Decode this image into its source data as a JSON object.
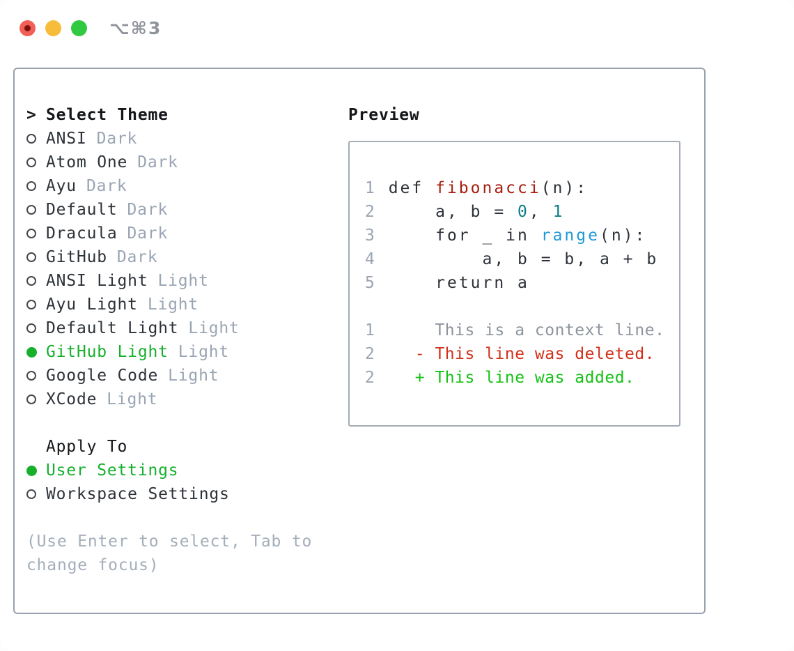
{
  "window": {
    "title": "⌥⌘3",
    "traffic_lights": [
      "close",
      "minimize",
      "zoom"
    ]
  },
  "theme_panel": {
    "header": {
      "cursor": ">",
      "label": "Select Theme"
    },
    "themes": [
      {
        "name": "ANSI",
        "variant": "Dark",
        "selected": false
      },
      {
        "name": "Atom One",
        "variant": "Dark",
        "selected": false
      },
      {
        "name": "Ayu",
        "variant": "Dark",
        "selected": false
      },
      {
        "name": "Default",
        "variant": "Dark",
        "selected": false
      },
      {
        "name": "Dracula",
        "variant": "Dark",
        "selected": false
      },
      {
        "name": "GitHub",
        "variant": "Dark",
        "selected": false
      },
      {
        "name": "ANSI Light",
        "variant": "Light",
        "selected": false
      },
      {
        "name": "Ayu Light",
        "variant": "Light",
        "selected": false
      },
      {
        "name": "Default Light",
        "variant": "Light",
        "selected": false
      },
      {
        "name": "GitHub Light",
        "variant": "Light",
        "selected": true
      },
      {
        "name": "Google Code",
        "variant": "Light",
        "selected": false
      },
      {
        "name": "XCode",
        "variant": "Light",
        "selected": false
      }
    ],
    "apply_to": {
      "label": "Apply To",
      "options": [
        {
          "name": "User Settings",
          "selected": true
        },
        {
          "name": "Workspace Settings",
          "selected": false
        }
      ]
    },
    "hint_lines": [
      "(Use Enter to select, Tab to",
      "change focus)"
    ]
  },
  "preview": {
    "label": "Preview",
    "code_lines": [
      {
        "segs": [
          {
            "t": "1 ",
            "c": "lineno"
          },
          {
            "t": "def ",
            "c": "code"
          },
          {
            "t": "fibonacci",
            "c": "func"
          },
          {
            "t": "(n):",
            "c": "code"
          }
        ]
      },
      {
        "segs": [
          {
            "t": "2 ",
            "c": "lineno"
          },
          {
            "t": "    a, b = ",
            "c": "code"
          },
          {
            "t": "0",
            "c": "num"
          },
          {
            "t": ", ",
            "c": "code"
          },
          {
            "t": "1",
            "c": "num"
          }
        ]
      },
      {
        "segs": [
          {
            "t": "3 ",
            "c": "lineno"
          },
          {
            "t": "    for _ in ",
            "c": "code"
          },
          {
            "t": "range",
            "c": "builtin"
          },
          {
            "t": "(n):",
            "c": "code"
          }
        ]
      },
      {
        "segs": [
          {
            "t": "4 ",
            "c": "lineno"
          },
          {
            "t": "        a, b = b, a + b",
            "c": "code"
          }
        ]
      },
      {
        "segs": [
          {
            "t": "5 ",
            "c": "lineno"
          },
          {
            "t": "    return a",
            "c": "code"
          }
        ]
      }
    ],
    "diff_lines": [
      {
        "segs": [
          {
            "t": "1      ",
            "c": "lineno"
          },
          {
            "t": "This is a context line.",
            "c": "context"
          }
        ]
      },
      {
        "segs": [
          {
            "t": "2    ",
            "c": "lineno"
          },
          {
            "t": "- This line was deleted.",
            "c": "deleted"
          }
        ]
      },
      {
        "segs": [
          {
            "t": "2    ",
            "c": "lineno"
          },
          {
            "t": "+ This line was added.",
            "c": "added"
          }
        ]
      }
    ]
  },
  "colors": {
    "header_text": "#14161a",
    "item_text": "#2d3238",
    "muted_text": "#9aa5b3",
    "hint_text": "#a4aeba",
    "context_text": "#8d949c",
    "selection_green": "#16b02c",
    "added_green": "#15c115",
    "deleted_red": "#d0311a",
    "function_red": "#a81c10",
    "number_teal": "#0b7d85",
    "builtin_blue": "#1f9ad6",
    "panel_border": "#98a1ad",
    "box_border": "#a4acb6",
    "radio_ring": "#43484e",
    "traffic_red": "#f25f57",
    "traffic_red_dot": "#7d120b",
    "traffic_yellow": "#f7bd3a",
    "traffic_green": "#31c93f",
    "title_text": "#8f949b",
    "window_bg": "#ffffff"
  }
}
